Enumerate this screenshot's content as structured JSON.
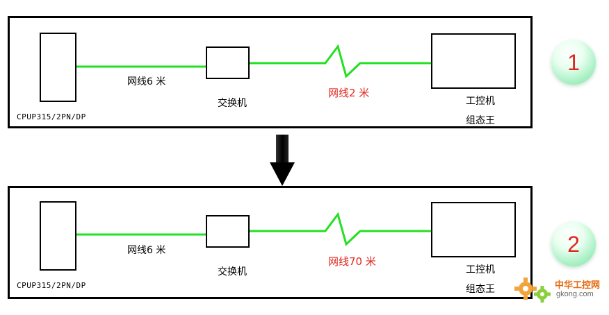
{
  "colors": {
    "cable": "#22e022",
    "label_red": "#e0271f",
    "badge_text": "#e0271f"
  },
  "panels": [
    {
      "badge": "1",
      "cpu_label": "CPUP315/2PN/DP",
      "cable1_label": "网线6 米",
      "switch_label": "交换机",
      "cable2_label": "网线2 米",
      "pc_label_line1": "工控机",
      "pc_label_line2": "组态王"
    },
    {
      "badge": "2",
      "cpu_label": "CPUP315/2PN/DP",
      "cable1_label": "网线6 米",
      "switch_label": "交换机",
      "cable2_label": "网线70 米",
      "pc_label_line1": "工控机",
      "pc_label_line2": "组态王"
    }
  ],
  "arrow_icon": "down-arrow-icon",
  "watermark": {
    "title": "中华工控网",
    "url": "gkong.com",
    "icon": "gear-icon"
  }
}
